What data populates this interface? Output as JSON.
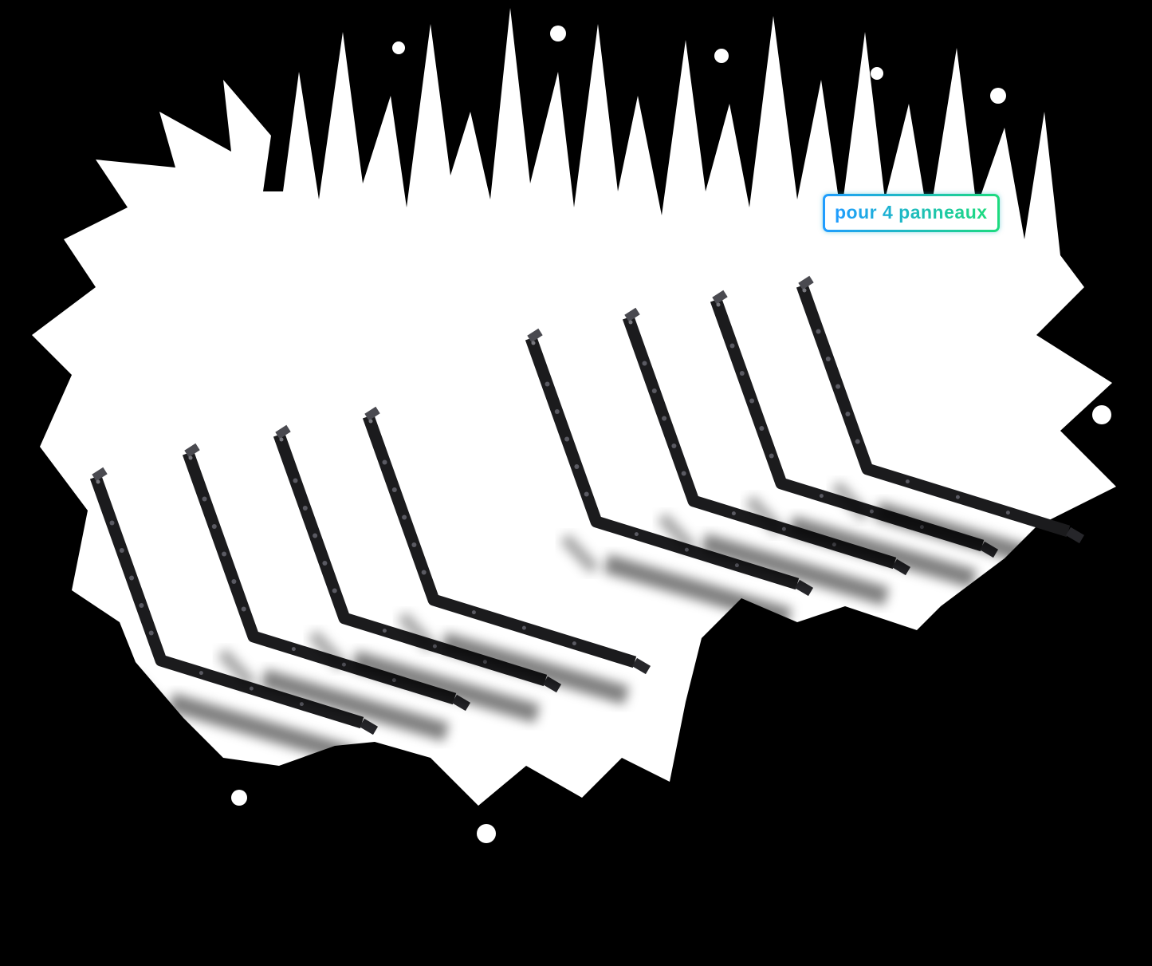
{
  "badge": {
    "label": "pour 4 panneaux",
    "gradient_start": "#1f9cff",
    "gradient_end": "#1ddb7e",
    "background": "#ffffff"
  },
  "scene": {
    "background_color": "#000000",
    "splash_color": "#ffffff",
    "bracket_color": "#1b1b1d",
    "bracket_count": 8,
    "alt": "Eight black L-shaped metal mounting brackets arranged in two rows of four on a white paint-splash background"
  }
}
